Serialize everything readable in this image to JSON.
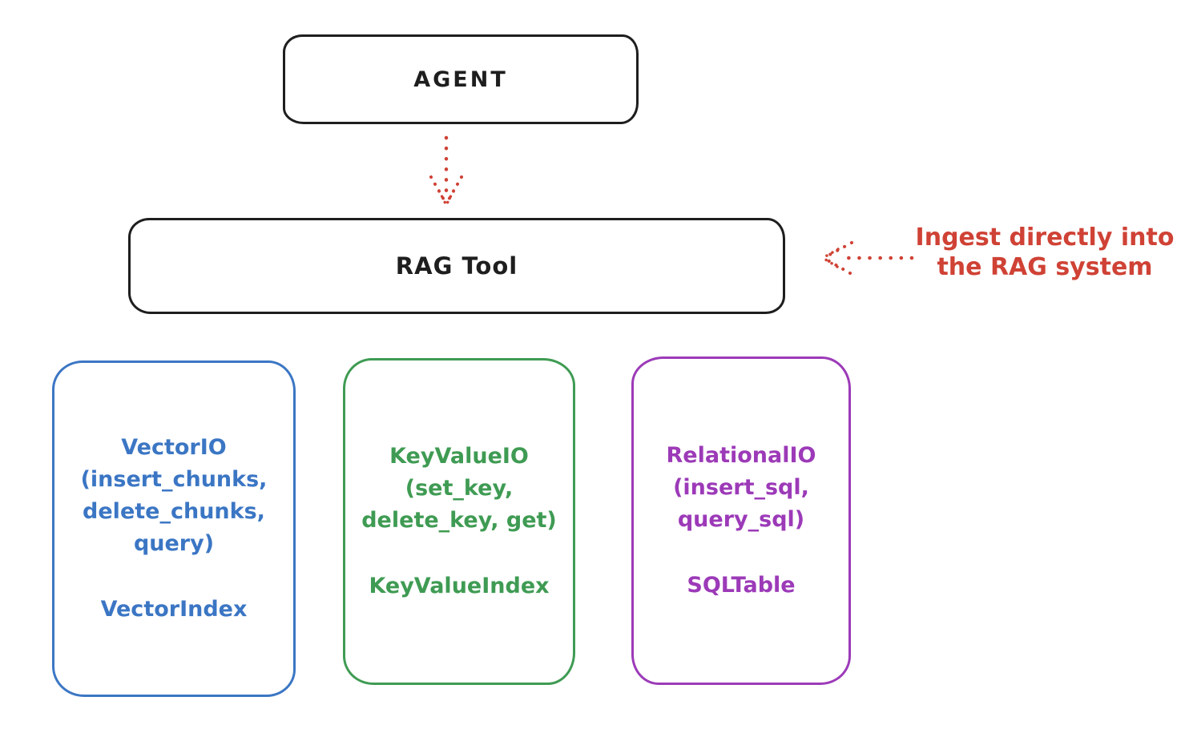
{
  "colors": {
    "background": "#ffffff",
    "ink": "#1e1e1e",
    "red": "#cf4235",
    "blue": "#3b76c4",
    "green": "#3f9b53",
    "purple": "#9c3ab8"
  },
  "agent": {
    "label": "AGENT"
  },
  "rag_tool": {
    "label": "RAG Tool"
  },
  "annotation": {
    "text": "Ingest directly into\nthe RAG system"
  },
  "arrows": {
    "agent_to_rag": "dotted-down-arrow",
    "ingest_into_rag": "dotted-left-arrow"
  },
  "cards": [
    {
      "name": "VectorIO",
      "text": "VectorIO\n(insert_chunks,\ndelete_chunks,\nquery)",
      "index_label": "VectorIndex",
      "color": "#3b76c4"
    },
    {
      "name": "KeyValueIO",
      "text": "KeyValueIO\n(set_key,\ndelete_key, get)",
      "index_label": "KeyValueIndex",
      "color": "#3f9b53"
    },
    {
      "name": "RelationalIO",
      "text": "RelationalIO\n(insert_sql,\nquery_sql)",
      "index_label": "SQLTable",
      "color": "#9c3ab8"
    }
  ]
}
